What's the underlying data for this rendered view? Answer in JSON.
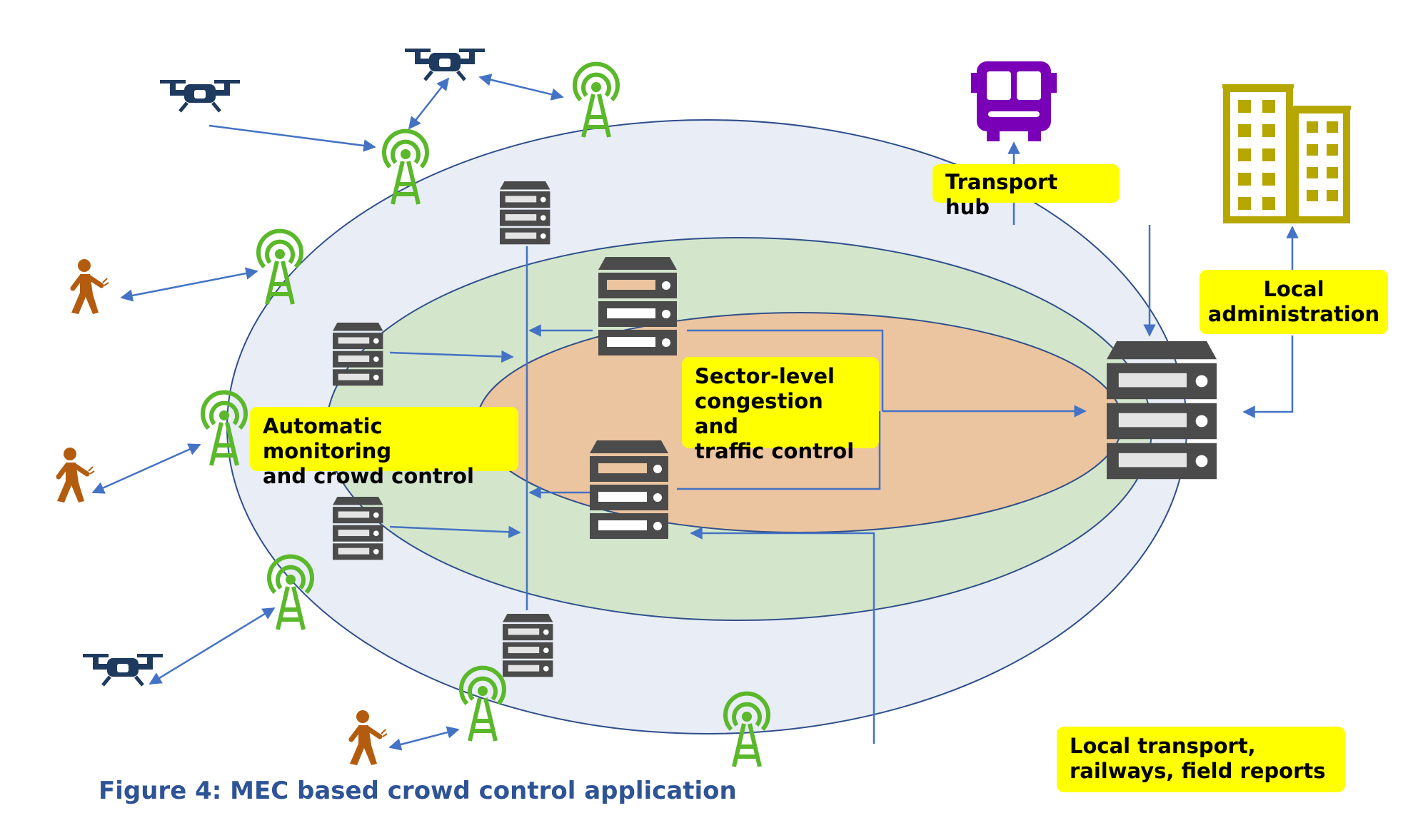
{
  "labels": {
    "transport_hub": "Transport hub",
    "local_admin": [
      "Local",
      "administration"
    ],
    "sector_control": [
      "Sector-level",
      "congestion and",
      "traffic control"
    ],
    "auto_monitor": [
      "Automatic monitoring",
      "and crowd control"
    ],
    "local_transport": [
      "Local transport,",
      "railways, field reports"
    ]
  },
  "caption": "Figure 4: MEC based crowd control application",
  "colors": {
    "outer_ring": "#e8edf6",
    "middle_ring": "#d3e6cc",
    "inner_ring": "#ebc4a0",
    "ring_stroke": "#2f4e8a",
    "arrow": "#4472c4",
    "tower": "#5ab82a",
    "drone": "#1f3a5f",
    "person": "#b35c0f",
    "bus": "#7a00b8",
    "building": "#b5a600",
    "server": "#4b4b4b",
    "label_bg": "#ffff00",
    "caption": "#2e5496"
  },
  "icons": [
    "drone-icon",
    "tower-icon",
    "person-icon",
    "server-icon",
    "bus-icon",
    "building-icon"
  ]
}
